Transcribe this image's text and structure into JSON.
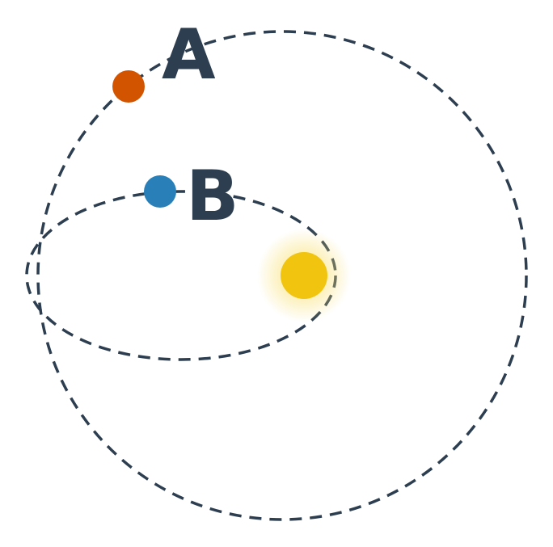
{
  "colors": {
    "background": "#ffffff",
    "orbit": "#2c3e50",
    "star": "#f1c40f",
    "star_glow": "#f9e27a",
    "label": "#2c3e50"
  },
  "star": {
    "name": "star"
  },
  "planets": [
    {
      "id": "a",
      "label": "A",
      "color": "#d35400"
    },
    {
      "id": "b",
      "label": "B",
      "color": "#2980b9"
    }
  ]
}
